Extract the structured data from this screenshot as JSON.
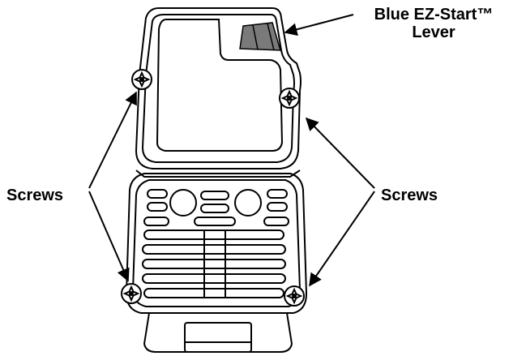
{
  "labels": {
    "lever_line1": "Blue EZ-Start™",
    "lever_line2": "Lever",
    "screws_left": "Screws",
    "screws_right": "Screws"
  },
  "colors": {
    "line": "#000000",
    "lever_fill": "#7a7a7a",
    "background": "#ffffff"
  }
}
